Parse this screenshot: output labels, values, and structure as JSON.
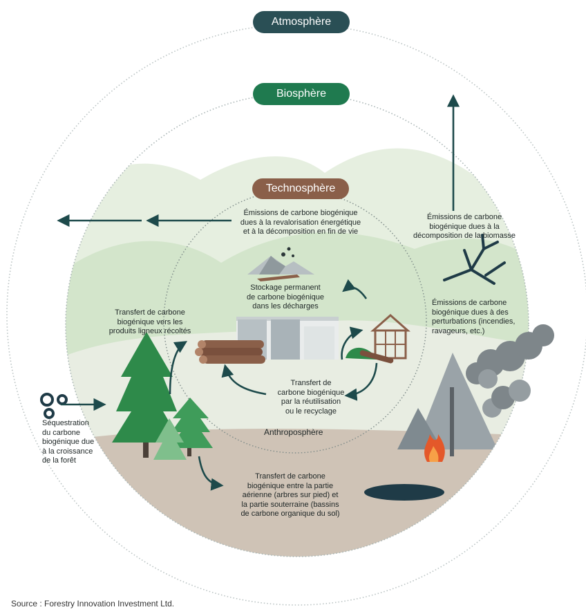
{
  "spheres": {
    "atmosphere": "Atmosphère",
    "biosphere": "Biosphère",
    "technosphere": "Technosphère",
    "anthroposphere": "Anthroposphère"
  },
  "labels": {
    "emissions_end_of_life": "Émissions de carbone biogénique\ndues à la revalorisation énergétique\net à la décomposition en fin de vie",
    "emissions_biomass": "Émissions de carbone\nbiogénique dues à la\ndécomposition de la biomasse",
    "storage_landfill": "Stockage permanent\nde carbone biogénique\ndans les décharges",
    "transfer_wood_products": "Transfert de carbone\nbiogénique vers les\nproduits ligneux récoltés",
    "emissions_disturbances": "Émissions de carbone\nbiogénique dues à des\nperturbations (incendies,\nravageurs, etc.)",
    "transfer_reuse": "Transfert de\ncarbone biogénique\npar la réutilisation\nou le recyclage",
    "sequestration": "Séquestration\ndu carbone\nbiogénique due\nà la croissance\nde la forêt",
    "transfer_soil": "Transfert de carbone\nbiogénique entre la partie\naérienne (arbres sur pied) et\nla partie souterraine (bassins\nde carbone organique du sol)"
  },
  "source": "Source : Forestry Innovation Investment Ltd.",
  "colors": {
    "atmosphere_pill": "#2a4f55",
    "biosphere_pill": "#1f7a4f",
    "technosphere_pill": "#8a5f49",
    "arrow": "#1d4a4b",
    "forest_light": "#d7e8cf",
    "forest_dark": "#2e7a45",
    "ground": "#c8bdb0"
  },
  "icons": [
    "co2-molecule-icon",
    "landfill-mound-icon",
    "sawmill-building-icon",
    "wooden-house-frame-icon",
    "log-pile-icon",
    "dead-branch-icon",
    "smoke-cloud-icon",
    "fire-icon",
    "pine-tree-icon"
  ]
}
